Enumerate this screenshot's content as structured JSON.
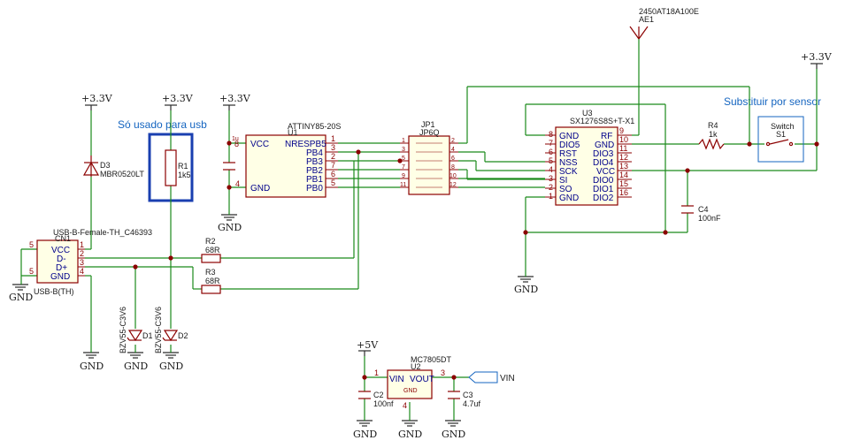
{
  "power": {
    "v33": "+3.3V",
    "v5": "+5V",
    "gnd": "GND"
  },
  "notes": {
    "usb_only": "Só usado para usb",
    "replace_sensor": "Substituir por sensor"
  },
  "usb": {
    "ref": "CN1",
    "value": "USB-B-Female-TH_C46393",
    "footprint": "USB-B(TH)",
    "pins": [
      "VCC",
      "D-",
      "D+",
      "GND"
    ],
    "pin_numbers": [
      "1",
      "2",
      "3",
      "4"
    ],
    "shield": [
      "5",
      "5"
    ]
  },
  "d3": {
    "ref": "D3",
    "value": "MBR0520LT"
  },
  "r1": {
    "ref": "R1",
    "value": "1k5"
  },
  "d1": {
    "ref": "D1",
    "value": "BZV55-C3V6"
  },
  "d2": {
    "ref": "D2",
    "value": "BZV55-C3V6"
  },
  "r2": {
    "ref": "R2",
    "value": "68R"
  },
  "r3": {
    "ref": "R3",
    "value": "68R"
  },
  "r4": {
    "ref": "R4",
    "value": "1k"
  },
  "u1": {
    "ref": "U1",
    "value": "ATTINY85-20S",
    "pins_left": [
      "VCC",
      "GND"
    ],
    "pins_left_num": [
      "8",
      "4"
    ],
    "pins_right": [
      "NRESPB5",
      "PB4",
      "PB3",
      "PB2",
      "PB1",
      "PB0"
    ],
    "pins_right_num": [
      "1",
      "3",
      "2",
      "7",
      "6",
      "5"
    ],
    "extra": "1u"
  },
  "jp1": {
    "ref": "JP1",
    "value": "JP6Q",
    "left_num": [
      "1",
      "3",
      "5",
      "7",
      "9",
      "11"
    ],
    "right_num": [
      "2",
      "4",
      "6",
      "8",
      "10",
      "12"
    ]
  },
  "u3": {
    "ref": "U3",
    "value": "SX1276S8S+T-X1",
    "left_pins": [
      "GND",
      "DIO5",
      "RST",
      "NSS",
      "SCK",
      "SI",
      "SO",
      "GND"
    ],
    "left_num": [
      "8",
      "7",
      "6",
      "5",
      "4",
      "3",
      "2",
      "1"
    ],
    "right_pins": [
      "RF",
      "GND",
      "DIO3",
      "DIO4",
      "VCC",
      "DIO0",
      "DIO1",
      "DIO2"
    ],
    "right_num": [
      "9",
      "10",
      "11",
      "12",
      "13",
      "14",
      "15",
      "16"
    ]
  },
  "ae1": {
    "ref": "AE1",
    "value": "2450AT18A100E"
  },
  "c4": {
    "ref": "C4",
    "value": "100nF"
  },
  "s1": {
    "ref": "S1",
    "value": "Switch"
  },
  "u2": {
    "ref": "U2",
    "value": "MC7805DT",
    "vin": "VIN",
    "vout": "VOUT",
    "gnd": "GND",
    "pin_in": "1",
    "pin_out": "3",
    "pin_gnd": "4"
  },
  "c2": {
    "ref": "C2",
    "value": "100nf"
  },
  "c3": {
    "ref": "C3",
    "value": "4.7uf"
  },
  "vin_label": "VIN"
}
